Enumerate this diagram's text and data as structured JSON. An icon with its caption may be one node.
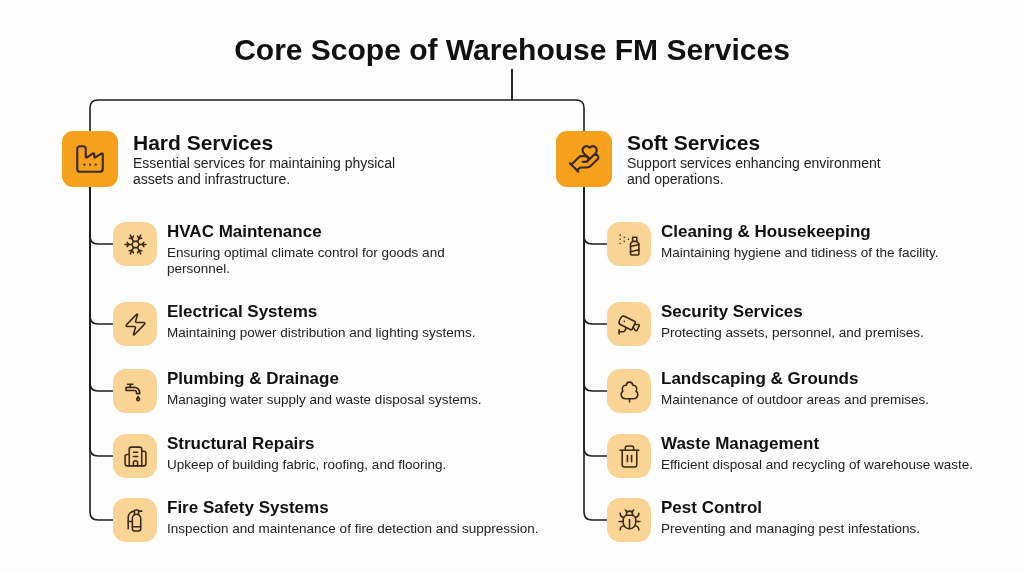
{
  "diagram": {
    "nodes": [
      {
        "text": [
          "Core Scope of Warehouse FM Services"
        ]
      },
      {
        "text": [
          "Hard Services",
          "Essential services for maintaining physical assets and infrastructure."
        ]
      },
      {
        "text": [
          "HVAC Maintenance",
          "Ensuring optimal climate control for goods and personnel."
        ]
      },
      {
        "text": [
          "Electrical Systems",
          "Maintaining power distribution and lighting systems."
        ]
      },
      {
        "text": [
          "Plumbing & Drainage",
          "Managing water supply and waste disposal systems."
        ]
      },
      {
        "text": [
          "Structural Repairs",
          "Upkeep of building fabric, roofing, and flooring."
        ]
      },
      {
        "text": [
          "Fire Safety Systems",
          "Inspection and maintenance of fire detection and suppression."
        ]
      },
      {
        "text": [
          "Soft Services",
          "Support services enhancing environment and operations."
        ]
      },
      {
        "text": [
          "Cleaning & Housekeeping",
          "Maintaining hygiene and tidiness of the facility."
        ]
      },
      {
        "text": [
          "Security Services",
          "Protecting assets, personnel, and premises."
        ]
      },
      {
        "text": [
          "Landscaping & Grounds",
          "Maintenance of outdoor areas and premises."
        ]
      },
      {
        "text": [
          "Waste Management",
          "Efficient disposal and recycling of warehouse waste."
        ]
      },
      {
        "text": [
          "Pest Control",
          "Preventing and managing pest infestations."
        ]
      }
    ],
    "edges": [
      {
        "from": 0,
        "to": 1,
        "arrow": "none"
      },
      {
        "from": 0,
        "to": 7,
        "arrow": "none"
      },
      {
        "from": 1,
        "to": 2,
        "arrow": "none"
      },
      {
        "from": 1,
        "to": 3,
        "arrow": "none"
      },
      {
        "from": 1,
        "to": 4,
        "arrow": "none"
      },
      {
        "from": 1,
        "to": 5,
        "arrow": "none"
      },
      {
        "from": 1,
        "to": 6,
        "arrow": "none"
      },
      {
        "from": 7,
        "to": 8,
        "arrow": "none"
      },
      {
        "from": 7,
        "to": 9,
        "arrow": "none"
      },
      {
        "from": 7,
        "to": 10,
        "arrow": "none"
      },
      {
        "from": 7,
        "to": 11,
        "arrow": "none"
      },
      {
        "from": 7,
        "to": 12,
        "arrow": "none"
      }
    ]
  }
}
